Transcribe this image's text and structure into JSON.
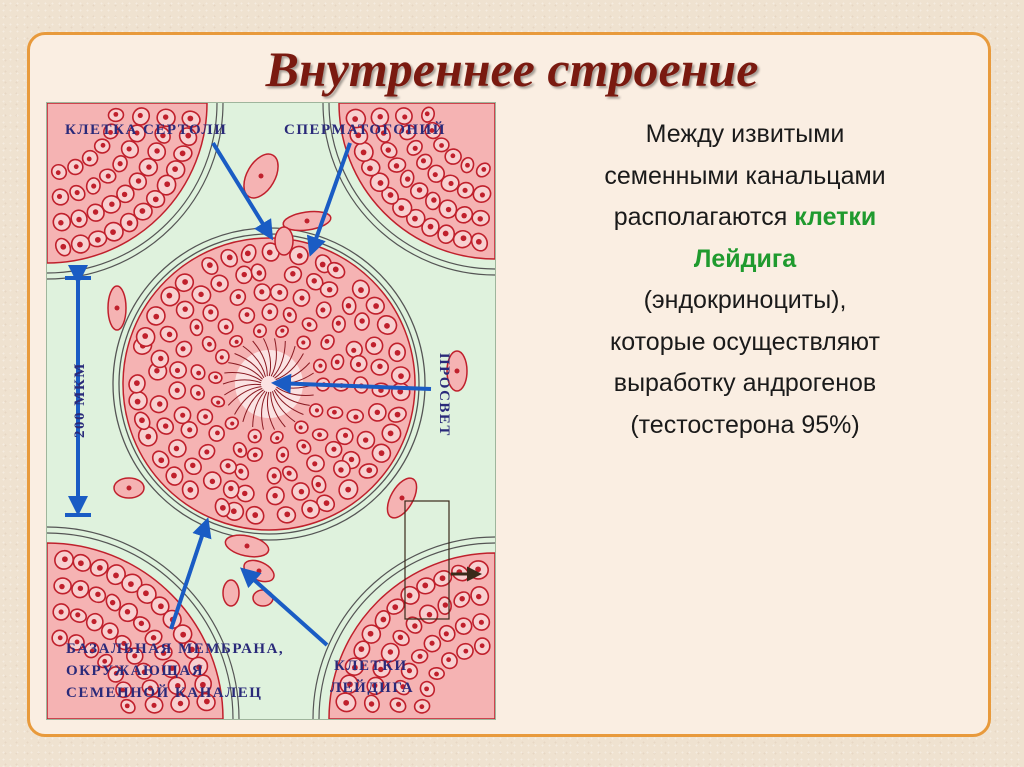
{
  "slide": {
    "title": "Внутреннее строение",
    "description": {
      "line1": "Между извитыми",
      "line2": "семенными канальцами",
      "line3_plain": "располагаются ",
      "line3_highlight": "клетки",
      "line4_highlight": "Лейдига",
      "line5": "(эндокриноциты),",
      "line6": "которые осуществляют",
      "line7": "выработку андрогенов",
      "line8": "(тестостерона 95%)"
    },
    "colors": {
      "border": "#e89a3c",
      "title": "#7a1a10",
      "highlight": "#1f9a2e",
      "arrow": "#1a5cc4",
      "cell_fill": "#f2a9a9",
      "cell_outline": "#c0202c"
    }
  },
  "figure": {
    "labels": {
      "sertoli": "КЛЕТКА СЕРТОЛИ",
      "spermatogonium": "СПЕРМАТОГОНИЙ",
      "scale": "200 МКМ",
      "lumen": "ПРОСВЕТ",
      "membrane_1": "БАЗАЛЬНАЯ МЕМБРАНА,",
      "membrane_2": "ОКРУЖАЮЩАЯ",
      "membrane_3": "СЕМЕННОЙ КАНАЛЕЦ",
      "leydig_1": "КЛЕТКИ",
      "leydig_2": "ЛЕЙДИГА"
    }
  }
}
